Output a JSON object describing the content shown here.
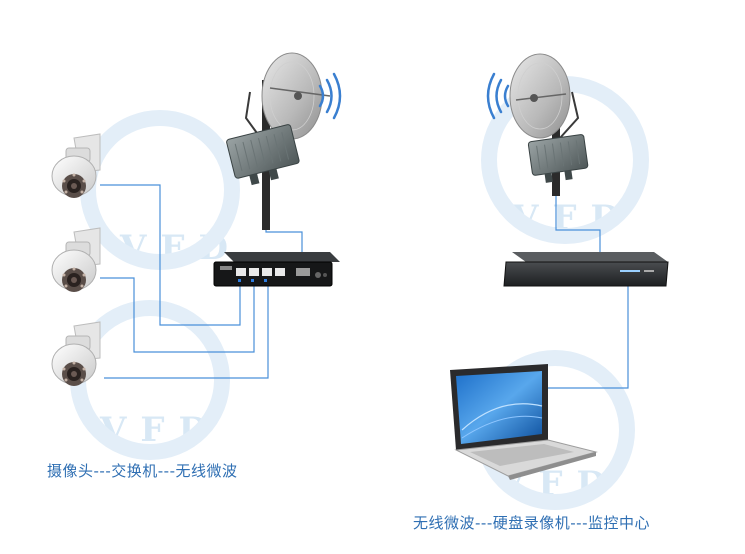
{
  "captions": {
    "left": "摄像头---交换机---无线微波",
    "right": "无线微波---硬盘录像机---监控中心"
  },
  "watermark": {
    "text": "VFD"
  },
  "colors": {
    "cable": "#4a90d9",
    "caption": "#2f6fb3",
    "watermark": "#d8e8f5",
    "signal": "#3a7fd0"
  },
  "icons": {
    "camera": "ptz-dome-camera-icon",
    "dish": "parabolic-dish-antenna-icon",
    "radio": "outdoor-wireless-bridge-icon",
    "switch": "poe-switch-icon",
    "nvr": "nvr-recorder-icon",
    "laptop": "laptop-icon",
    "signal": "wifi-signal-icon"
  }
}
